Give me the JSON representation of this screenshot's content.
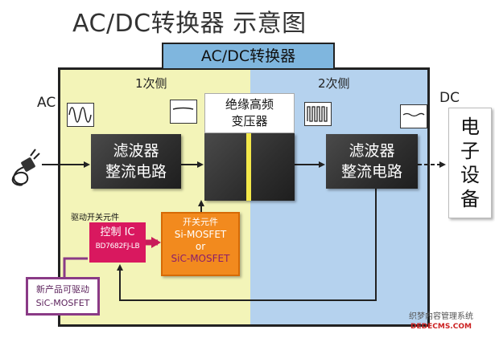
{
  "title": "AC/DC转换器 示意图",
  "converter_label": "AC/DC转换器",
  "primary": {
    "label": "1次侧"
  },
  "secondary": {
    "label": "2次侧"
  },
  "input_label": "AC",
  "output_label": "DC",
  "filter_rectifier_line1": "滤波器",
  "filter_rectifier_line2": "整流电路",
  "transformer": {
    "line1": "绝缘高频",
    "line2": "变压器"
  },
  "device": [
    "电",
    "子",
    "设",
    "备"
  ],
  "driver_caption": "驱动开关元件",
  "control_ic": {
    "line1": "控制 IC",
    "line2": "BD7682FJ-LB"
  },
  "switch": {
    "line1": "开关元件",
    "line2": "Si-MOSFET",
    "line3": "or",
    "line4": "SiC-MOSFET"
  },
  "new_product": {
    "line1": "新产品可驱动",
    "line2": "SiC-MOSFET"
  },
  "watermark": {
    "line1": "织梦内容管理系统",
    "line2": "DEDECMS.COM"
  },
  "colors": {
    "primary_panel": "#f3f4b8",
    "secondary_panel": "#b5d2ee",
    "converter_label_bg": "#7fb6de",
    "control_ic": "#d9185f",
    "switch_element": "#f28a1e",
    "new_product_border": "#8a3a86",
    "core_stripe": "#f3e84a"
  },
  "icons": [
    "power-plug-icon",
    "ac-sine-wave-icon",
    "rectified-flat-wave-icon",
    "pulse-square-wave-icon",
    "dc-ripple-wave-icon"
  ]
}
